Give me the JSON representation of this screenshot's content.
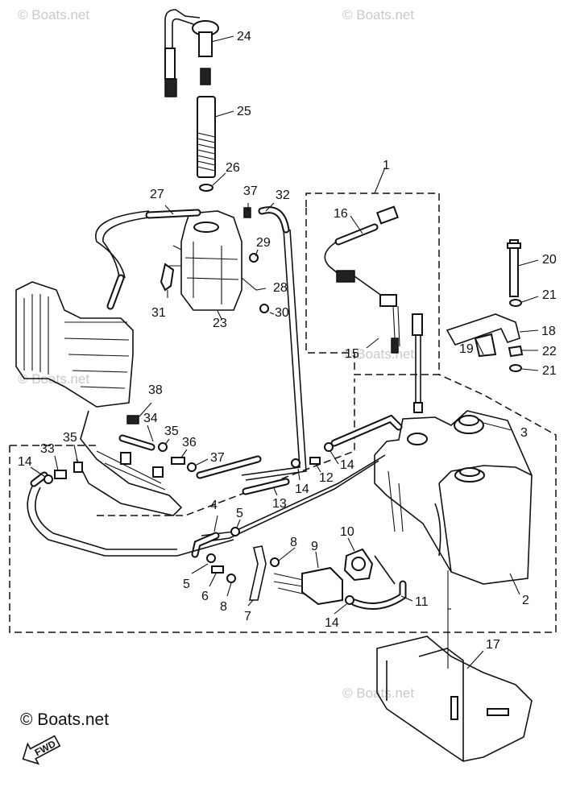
{
  "watermarks": {
    "main": "© Boats.net",
    "faint": "© Boats.net"
  },
  "fwd_badge": "FWD",
  "parts": [
    {
      "id": "p1",
      "label": "1"
    },
    {
      "id": "p2",
      "label": "2"
    },
    {
      "id": "p3",
      "label": "3"
    },
    {
      "id": "p4",
      "label": "4"
    },
    {
      "id": "p5a",
      "label": "5"
    },
    {
      "id": "p5b",
      "label": "5"
    },
    {
      "id": "p6",
      "label": "6"
    },
    {
      "id": "p7",
      "label": "7"
    },
    {
      "id": "p8a",
      "label": "8"
    },
    {
      "id": "p8b",
      "label": "8"
    },
    {
      "id": "p9",
      "label": "9"
    },
    {
      "id": "p10",
      "label": "10"
    },
    {
      "id": "p11",
      "label": "11"
    },
    {
      "id": "p12",
      "label": "12"
    },
    {
      "id": "p13",
      "label": "13"
    },
    {
      "id": "p14a",
      "label": "14"
    },
    {
      "id": "p14b",
      "label": "14"
    },
    {
      "id": "p14c",
      "label": "14"
    },
    {
      "id": "p14d",
      "label": "14"
    },
    {
      "id": "p15",
      "label": "15"
    },
    {
      "id": "p16",
      "label": "16"
    },
    {
      "id": "p17",
      "label": "17"
    },
    {
      "id": "p18",
      "label": "18"
    },
    {
      "id": "p19",
      "label": "19"
    },
    {
      "id": "p20",
      "label": "20"
    },
    {
      "id": "p21a",
      "label": "21"
    },
    {
      "id": "p21b",
      "label": "21"
    },
    {
      "id": "p22",
      "label": "22"
    },
    {
      "id": "p23",
      "label": "23"
    },
    {
      "id": "p24",
      "label": "24"
    },
    {
      "id": "p25",
      "label": "25"
    },
    {
      "id": "p26",
      "label": "26"
    },
    {
      "id": "p27",
      "label": "27"
    },
    {
      "id": "p28",
      "label": "28"
    },
    {
      "id": "p29",
      "label": "29"
    },
    {
      "id": "p30",
      "label": "30"
    },
    {
      "id": "p31",
      "label": "31"
    },
    {
      "id": "p32",
      "label": "32"
    },
    {
      "id": "p33",
      "label": "33"
    },
    {
      "id": "p34",
      "label": "34"
    },
    {
      "id": "p35a",
      "label": "35"
    },
    {
      "id": "p35b",
      "label": "35"
    },
    {
      "id": "p36",
      "label": "36"
    },
    {
      "id": "p37a",
      "label": "37"
    },
    {
      "id": "p37b",
      "label": "37"
    },
    {
      "id": "p38",
      "label": "38"
    }
  ]
}
